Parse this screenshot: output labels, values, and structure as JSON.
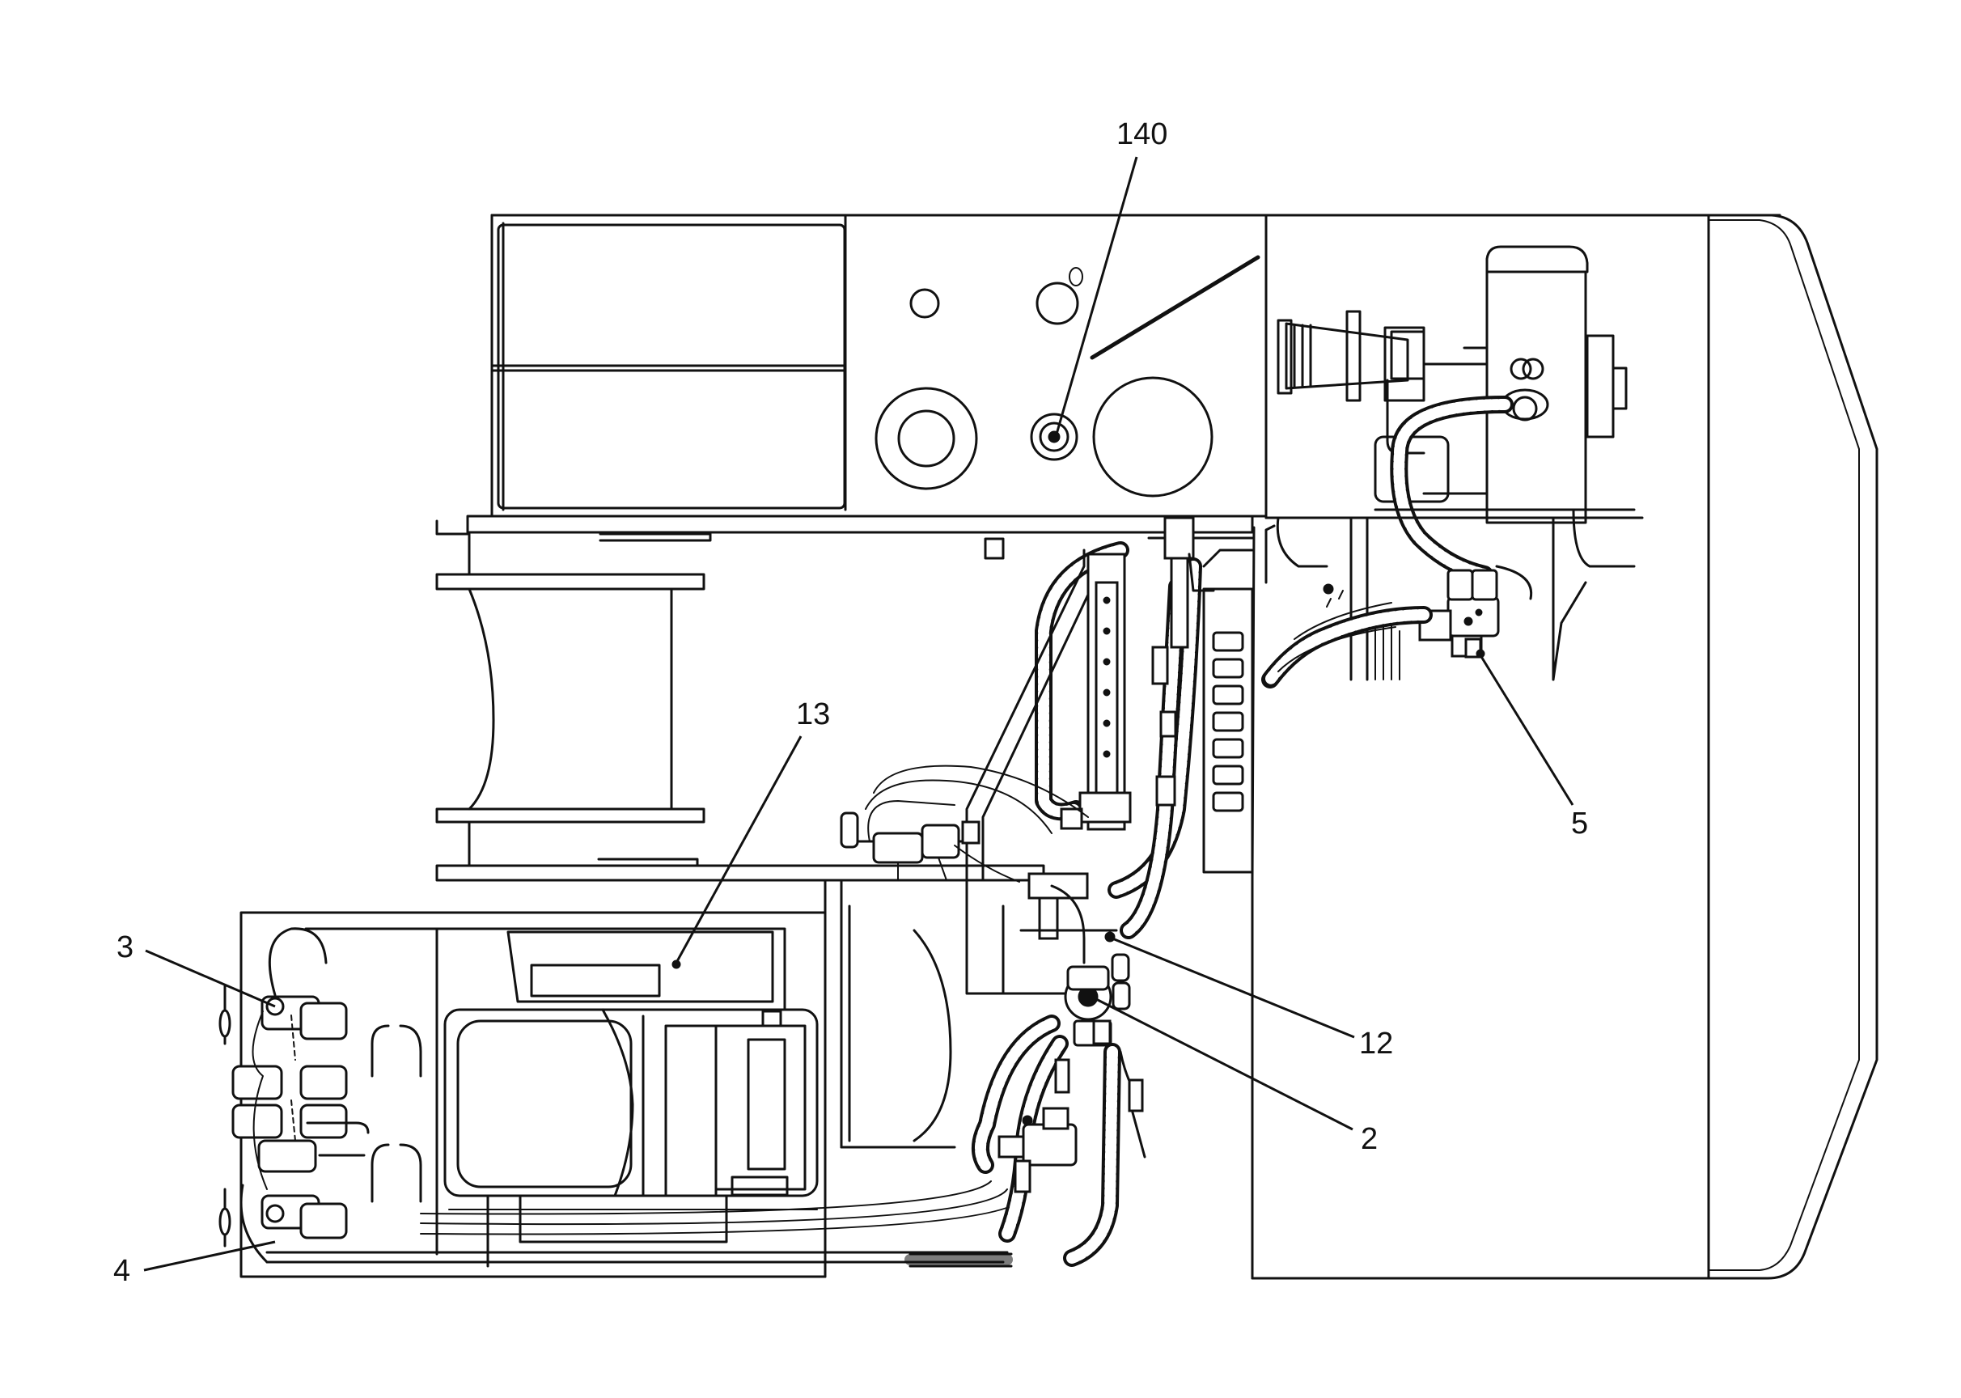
{
  "figure": {
    "callouts": [
      {
        "id": "c140",
        "text": "140"
      },
      {
        "id": "c13",
        "text": "13"
      },
      {
        "id": "c5",
        "text": "5"
      },
      {
        "id": "c3",
        "text": "3"
      },
      {
        "id": "c4",
        "text": "4"
      },
      {
        "id": "c12",
        "text": "12"
      },
      {
        "id": "c2",
        "text": "2"
      }
    ]
  },
  "colors": {
    "line": "#111111",
    "background": "#ffffff"
  }
}
